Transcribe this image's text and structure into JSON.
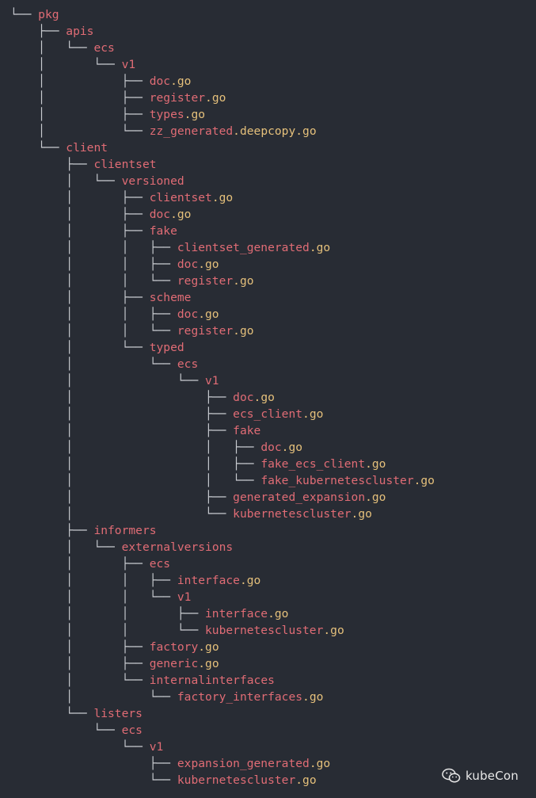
{
  "tree": [
    {
      "prefix": "└── ",
      "name": "pkg",
      "ext": ""
    },
    {
      "prefix": "    ├── ",
      "name": "apis",
      "ext": ""
    },
    {
      "prefix": "    │   └── ",
      "name": "ecs",
      "ext": ""
    },
    {
      "prefix": "    │       └── ",
      "name": "v1",
      "ext": ""
    },
    {
      "prefix": "    │           ├── ",
      "name": "doc",
      "ext": ".go"
    },
    {
      "prefix": "    │           ├── ",
      "name": "register",
      "ext": ".go"
    },
    {
      "prefix": "    │           ├── ",
      "name": "types",
      "ext": ".go"
    },
    {
      "prefix": "    │           └── ",
      "name": "zz_generated",
      "ext": ".deepcopy.go"
    },
    {
      "prefix": "    └── ",
      "name": "client",
      "ext": ""
    },
    {
      "prefix": "        ├── ",
      "name": "clientset",
      "ext": ""
    },
    {
      "prefix": "        │   └── ",
      "name": "versioned",
      "ext": ""
    },
    {
      "prefix": "        │       ├── ",
      "name": "clientset",
      "ext": ".go"
    },
    {
      "prefix": "        │       ├── ",
      "name": "doc",
      "ext": ".go"
    },
    {
      "prefix": "        │       ├── ",
      "name": "fake",
      "ext": ""
    },
    {
      "prefix": "        │       │   ├── ",
      "name": "clientset_generated",
      "ext": ".go"
    },
    {
      "prefix": "        │       │   ├── ",
      "name": "doc",
      "ext": ".go"
    },
    {
      "prefix": "        │       │   └── ",
      "name": "register",
      "ext": ".go"
    },
    {
      "prefix": "        │       ├── ",
      "name": "scheme",
      "ext": ""
    },
    {
      "prefix": "        │       │   ├── ",
      "name": "doc",
      "ext": ".go"
    },
    {
      "prefix": "        │       │   └── ",
      "name": "register",
      "ext": ".go"
    },
    {
      "prefix": "        │       └── ",
      "name": "typed",
      "ext": ""
    },
    {
      "prefix": "        │           └── ",
      "name": "ecs",
      "ext": ""
    },
    {
      "prefix": "        │               └── ",
      "name": "v1",
      "ext": ""
    },
    {
      "prefix": "        │                   ├── ",
      "name": "doc",
      "ext": ".go"
    },
    {
      "prefix": "        │                   ├── ",
      "name": "ecs_client",
      "ext": ".go"
    },
    {
      "prefix": "        │                   ├── ",
      "name": "fake",
      "ext": ""
    },
    {
      "prefix": "        │                   │   ├── ",
      "name": "doc",
      "ext": ".go"
    },
    {
      "prefix": "        │                   │   ├── ",
      "name": "fake_ecs_client",
      "ext": ".go"
    },
    {
      "prefix": "        │                   │   └── ",
      "name": "fake_kubernetescluster",
      "ext": ".go"
    },
    {
      "prefix": "        │                   ├── ",
      "name": "generated_expansion",
      "ext": ".go"
    },
    {
      "prefix": "        │                   └── ",
      "name": "kubernetescluster",
      "ext": ".go"
    },
    {
      "prefix": "        ├── ",
      "name": "informers",
      "ext": ""
    },
    {
      "prefix": "        │   └── ",
      "name": "externalversions",
      "ext": ""
    },
    {
      "prefix": "        │       ├── ",
      "name": "ecs",
      "ext": ""
    },
    {
      "prefix": "        │       │   ├── ",
      "name": "interface",
      "ext": ".go"
    },
    {
      "prefix": "        │       │   └── ",
      "name": "v1",
      "ext": ""
    },
    {
      "prefix": "        │       │       ├── ",
      "name": "interface",
      "ext": ".go"
    },
    {
      "prefix": "        │       │       └── ",
      "name": "kubernetescluster",
      "ext": ".go"
    },
    {
      "prefix": "        │       ├── ",
      "name": "factory",
      "ext": ".go"
    },
    {
      "prefix": "        │       ├── ",
      "name": "generic",
      "ext": ".go"
    },
    {
      "prefix": "        │       └── ",
      "name": "internalinterfaces",
      "ext": ""
    },
    {
      "prefix": "        │           └── ",
      "name": "factory_interfaces",
      "ext": ".go"
    },
    {
      "prefix": "        └── ",
      "name": "listers",
      "ext": ""
    },
    {
      "prefix": "            └── ",
      "name": "ecs",
      "ext": ""
    },
    {
      "prefix": "                └── ",
      "name": "v1",
      "ext": ""
    },
    {
      "prefix": "                    ├── ",
      "name": "expansion_generated",
      "ext": ".go"
    },
    {
      "prefix": "                    └── ",
      "name": "kubernetescluster",
      "ext": ".go"
    }
  ],
  "watermark": {
    "icon": "wechat-icon",
    "text": "kubeCon"
  }
}
